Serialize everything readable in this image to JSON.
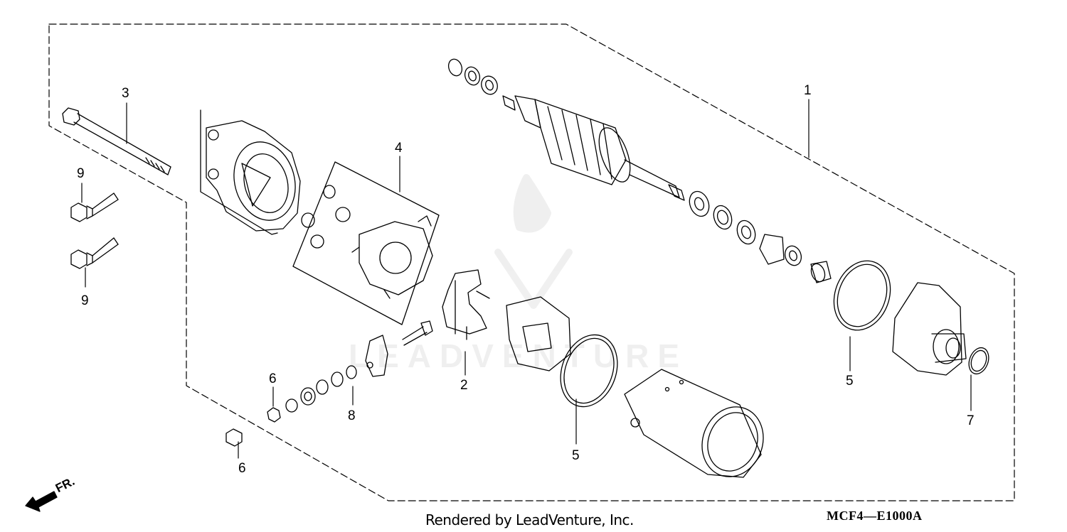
{
  "diagram": {
    "callouts": [
      {
        "id": "c1",
        "text": "1"
      },
      {
        "id": "c2",
        "text": "2"
      },
      {
        "id": "c3",
        "text": "3"
      },
      {
        "id": "c4",
        "text": "4"
      },
      {
        "id": "c5a",
        "text": "5"
      },
      {
        "id": "c5b",
        "text": "5"
      },
      {
        "id": "c6a",
        "text": "6"
      },
      {
        "id": "c6b",
        "text": "6"
      },
      {
        "id": "c7",
        "text": "7"
      },
      {
        "id": "c8",
        "text": "8"
      },
      {
        "id": "c9a",
        "text": "9"
      },
      {
        "id": "c9b",
        "text": "9"
      }
    ],
    "direction_indicator": "FR.",
    "watermark": "LEADVENTURE",
    "credit": "Rendered by LeadVenture, Inc.",
    "diagram_code": "MCF4—E1000A"
  }
}
